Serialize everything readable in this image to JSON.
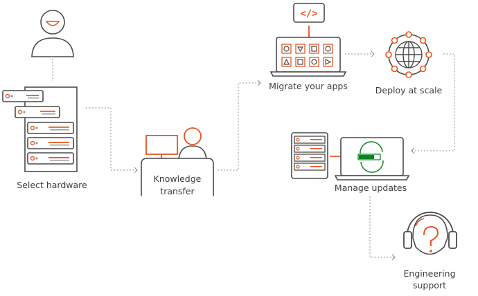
{
  "steps": {
    "select_hardware": "Select hardware",
    "knowledge_transfer_line1": "Knowledge",
    "knowledge_transfer_line2": "transfer",
    "migrate_apps": "Migrate your apps",
    "deploy_at_scale": "Deploy at scale",
    "manage_updates": "Manage updates",
    "engineering_support_line1": "Engineering",
    "engineering_support_line2": "support"
  },
  "code_glyph": "</>",
  "colors": {
    "accent": "#e95420",
    "outline": "#4a4a4a",
    "connector": "#8c8c8c",
    "text": "#3d3d3d",
    "progress": "#0e8420"
  },
  "icons": [
    "user-icon",
    "server-rack-icon",
    "teacher-desk-icon",
    "code-icon",
    "laptop-apps-icon",
    "globe-network-icon",
    "server-update-icon",
    "laptop-update-icon",
    "headset-support-icon"
  ]
}
